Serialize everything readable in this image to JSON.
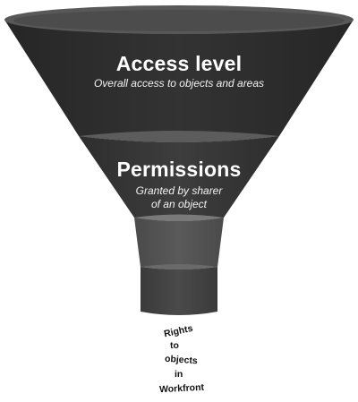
{
  "funnel": {
    "top": {
      "title": "Access level",
      "subtitle": "Overall access to objects and areas"
    },
    "middle": {
      "title": "Permissions",
      "subtitle_lines": [
        "Granted by sharer",
        "of an object"
      ]
    },
    "output": {
      "lines": [
        "Rights",
        "to",
        "objects",
        "in",
        "Workfront"
      ]
    }
  },
  "colors": {
    "top_face": "#303030",
    "top_rim": "#5a5a5a",
    "mid_face": "#3a3a3a",
    "mid_rim": "#5c5c5c",
    "neck_face": "#555555",
    "neck_rim": "#7c7c7c",
    "spout_face": "#454545",
    "spout_rim": "#6a6a6a"
  }
}
